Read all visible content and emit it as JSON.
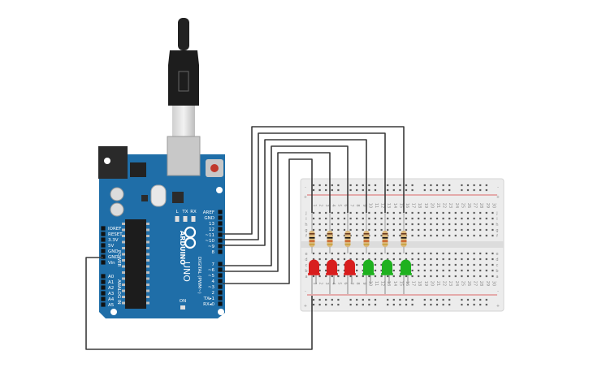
{
  "arduino": {
    "brand": "ARDUINO",
    "model": "UNO",
    "digital_section": "DIGITAL (PWM~)",
    "power_section": "POWER",
    "analog_section": "ANALOG IN",
    "digital_pins": [
      "AREF",
      "GND",
      "13",
      "12",
      "~11",
      "~10",
      "~9",
      "8",
      "7",
      "~6",
      "~5",
      "4",
      "~3",
      "2",
      "TX▸1",
      "RX◂0"
    ],
    "power_pins": [
      "IOREF",
      "RESET",
      "3.3V",
      "5V",
      "GND",
      "GND",
      "Vin"
    ],
    "analog_pins": [
      "A0",
      "A1",
      "A2",
      "A3",
      "A4",
      "A5"
    ],
    "leds": [
      "L",
      "TX",
      "RX"
    ],
    "on_label": "ON"
  },
  "breadboard": {
    "columns": [
      "1",
      "2",
      "3",
      "4",
      "5",
      "6",
      "7",
      "8",
      "9",
      "10",
      "11",
      "12",
      "13",
      "14",
      "15",
      "16",
      "17",
      "18",
      "19",
      "20",
      "21",
      "22",
      "23",
      "24",
      "25",
      "26",
      "27",
      "28",
      "29",
      "30"
    ],
    "rows_top": [
      "j",
      "i",
      "h",
      "g",
      "f"
    ],
    "rows_bottom": [
      "e",
      "d",
      "c",
      "b",
      "a"
    ],
    "rail_minus": "-",
    "rail_plus": "+"
  },
  "components": {
    "led_colors": [
      "#d81e1e",
      "#d81e1e",
      "#d81e1e",
      "#1fb11f",
      "#1fb11f",
      "#1fb11f"
    ],
    "wire_color": "#3a3a3a"
  }
}
